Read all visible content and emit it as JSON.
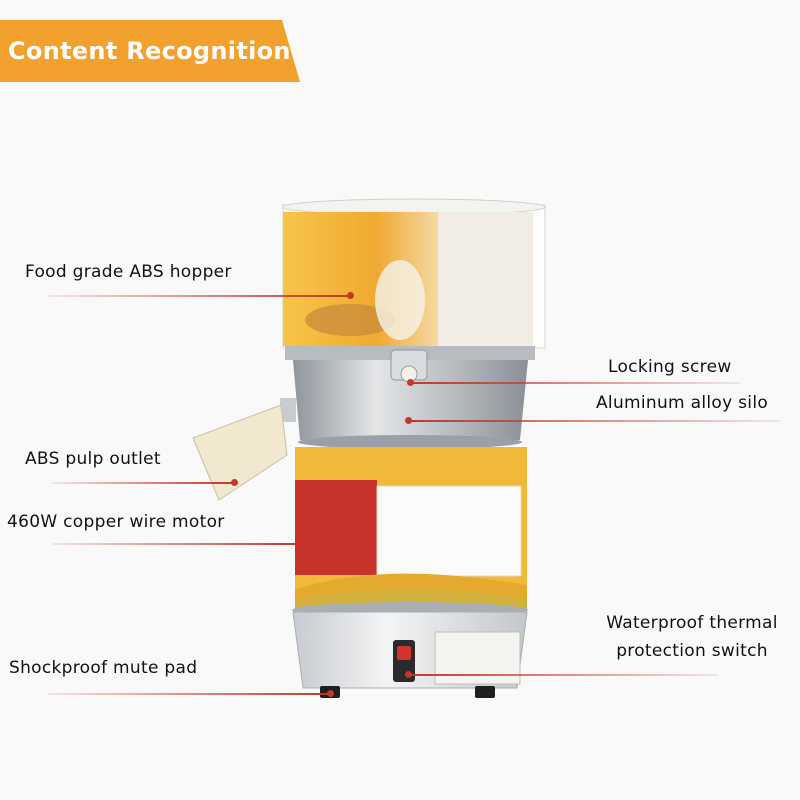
{
  "banner": {
    "title": "Content Recognition"
  },
  "labels": {
    "hopper": "Food grade ABS hopper",
    "locking_screw": "Locking screw",
    "silo": "Aluminum alloy silo",
    "pulp_outlet": "ABS pulp outlet",
    "motor": "460W copper wire motor",
    "switch_line1": "Waterproof thermal",
    "switch_line2": "protection switch",
    "mute_pad": "Shockproof mute pad"
  },
  "colors": {
    "banner": "#f2a12f",
    "leader_line": "#c0392b",
    "hopper_band": "#f0b233",
    "motor_red": "#c9332e",
    "metal": "#b9bdc2"
  }
}
